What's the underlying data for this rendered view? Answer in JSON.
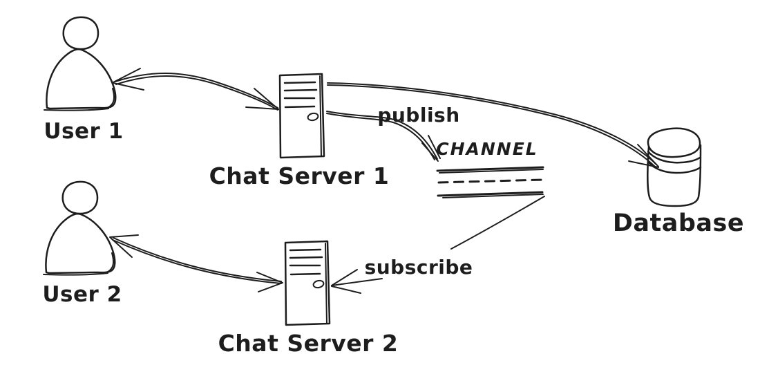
{
  "colors": {
    "ink": "#1d1d1d",
    "background": "#ffffff"
  },
  "diagram_type": "hand-drawn pub/sub chat architecture sketch",
  "nodes": {
    "user1": {
      "label": "User 1",
      "type": "actor"
    },
    "user2": {
      "label": "User 2",
      "type": "actor"
    },
    "chat_server_1": {
      "label": "Chat Server 1",
      "type": "server"
    },
    "chat_server_2": {
      "label": "Chat Server 2",
      "type": "server"
    },
    "channel": {
      "label": "CHANNEL",
      "type": "pubsub-channel"
    },
    "database": {
      "label": "Database",
      "type": "database-cylinder"
    }
  },
  "edges": {
    "user1_chat_server_1": {
      "from": "User 1",
      "to": "Chat Server 1",
      "style": "double-headed curved arrow"
    },
    "chat_server_1_channel": {
      "from": "Chat Server 1",
      "to": "CHANNEL",
      "label": "publish",
      "style": "curved arrow"
    },
    "chat_server_1_database": {
      "from": "Chat Server 1",
      "to": "Database",
      "style": "curved arrow"
    },
    "channel_chat_server_2": {
      "from": "CHANNEL",
      "to": "Chat Server 2",
      "label": "subscribe",
      "style": "line then arrow"
    },
    "user2_chat_server_2": {
      "from": "User 2",
      "to": "Chat Server 2",
      "style": "double-headed curved arrow"
    }
  }
}
